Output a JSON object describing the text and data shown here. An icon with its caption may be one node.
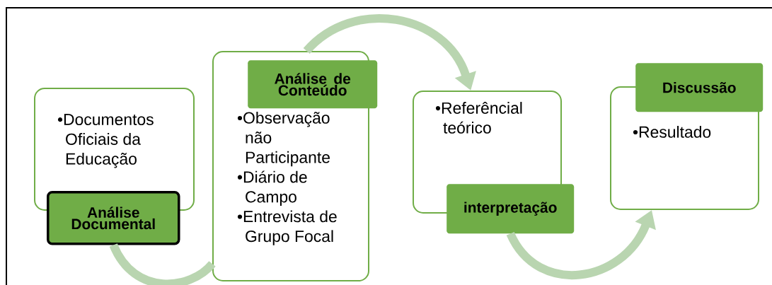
{
  "diagram": {
    "nodes": [
      {
        "text": [
          "•Documentos Oficiais da Educação"
        ]
      },
      {
        "text": [
          "Análise Documental"
        ]
      },
      {
        "text": [
          "•Observação não Participante",
          "•Diário de Campo",
          "•Entrevista de Grupo Focal"
        ]
      },
      {
        "text": [
          "Análise de Conteúdo"
        ]
      },
      {
        "text": [
          "•Referêncial teórico"
        ]
      },
      {
        "text": [
          "interpretação"
        ]
      },
      {
        "text": [
          "•Resultado"
        ]
      },
      {
        "text": [
          "Discussão"
        ]
      }
    ],
    "edges": [
      {
        "from": 1,
        "to": 2,
        "arrow": "none"
      },
      {
        "from": 2,
        "to": 4,
        "arrow": "to"
      },
      {
        "from": 5,
        "to": 6,
        "arrow": "to"
      }
    ]
  }
}
